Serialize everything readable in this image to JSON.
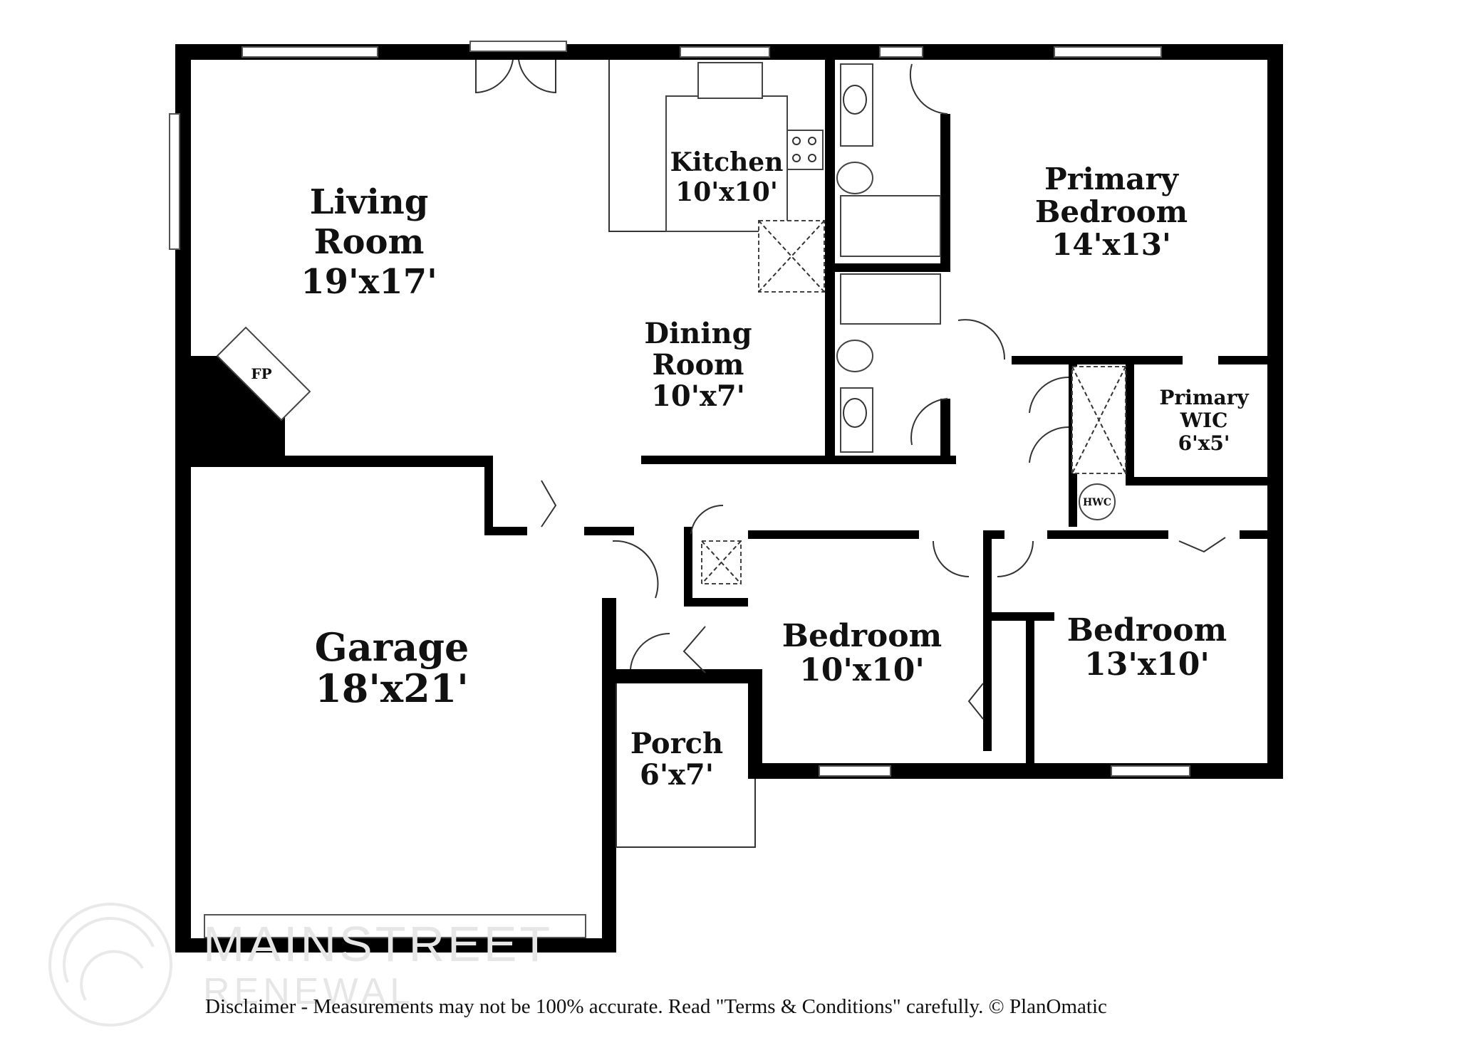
{
  "rooms": {
    "living": {
      "line1": "Living",
      "line2": "Room",
      "size": "19'x17'"
    },
    "kitchen": {
      "line1": "Kitchen",
      "size": "10'x10'"
    },
    "dining": {
      "line1": "Dining",
      "line2": "Room",
      "size": "10'x7'"
    },
    "primary_bedroom": {
      "line1": "Primary",
      "line2": "Bedroom",
      "size": "14'x13'"
    },
    "primary_wic": {
      "line1": "Primary",
      "line2": "WIC",
      "size": "6'x5'"
    },
    "garage": {
      "line1": "Garage",
      "size": "18'x21'"
    },
    "porch": {
      "line1": "Porch",
      "size": "6'x7'"
    },
    "bedroom_a": {
      "line1": "Bedroom",
      "size": "10'x10'"
    },
    "bedroom_b": {
      "line1": "Bedroom",
      "size": "13'x10'"
    }
  },
  "fixtures": {
    "fireplace": "FP",
    "water_heater": "HWC"
  },
  "watermark": {
    "line1": "MAINSTREET",
    "line2": "RENEWAL"
  },
  "disclaimer": "Disclaimer - Measurements may not be 100% accurate. Read \"Terms & Conditions\" carefully. © PlanOmatic",
  "colors": {
    "wall": "#000000",
    "background": "#ffffff",
    "watermark": "#e6e6e6"
  }
}
